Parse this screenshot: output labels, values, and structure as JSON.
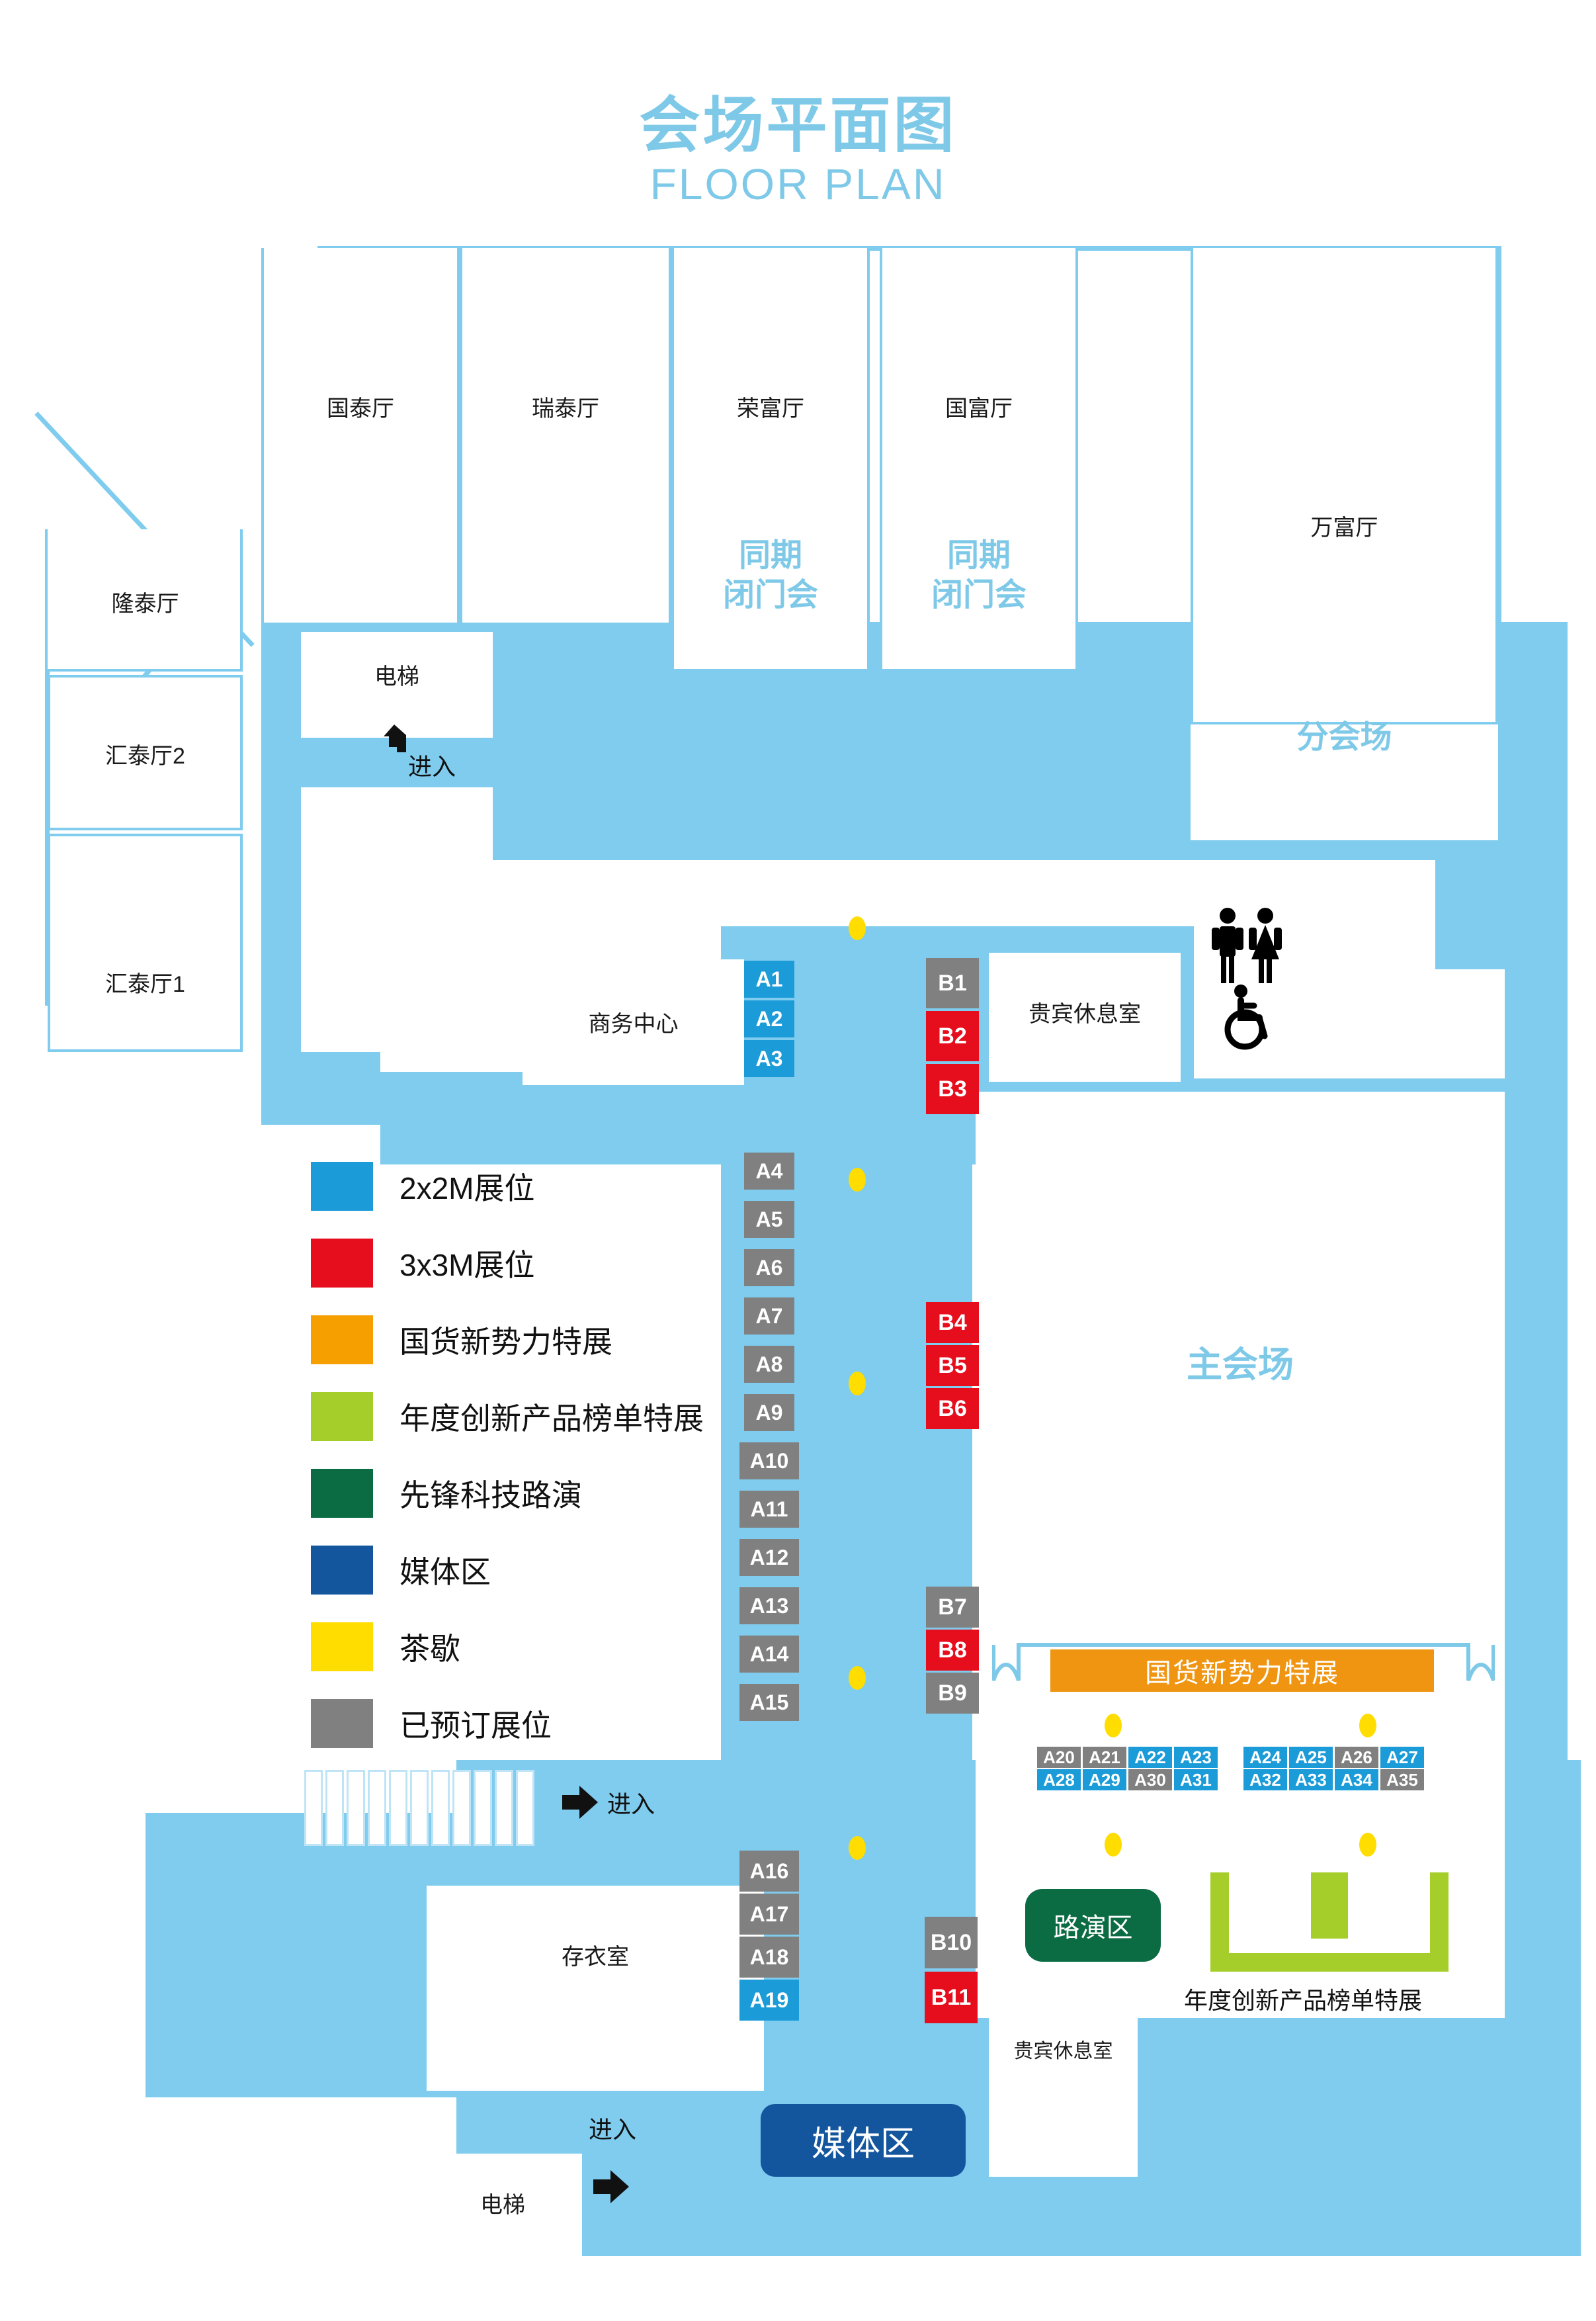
{
  "header": {
    "title_cn": "会场平面图",
    "title_en": "FLOOR PLAN"
  },
  "rooms": [
    {
      "id": "longtai",
      "label": "隆泰厅"
    },
    {
      "id": "huitai2",
      "label": "汇泰厅2"
    },
    {
      "id": "huitai1",
      "label": "汇泰厅1"
    },
    {
      "id": "guotai",
      "label": "国泰厅"
    },
    {
      "id": "ruitai",
      "label": "瑞泰厅"
    },
    {
      "id": "rongfu",
      "label": "荣富厅"
    },
    {
      "id": "guofu",
      "label": "国富厅"
    },
    {
      "id": "wanfu",
      "label": "万富厅"
    },
    {
      "id": "elevator_top",
      "label": "电梯"
    },
    {
      "id": "elevator_bottom",
      "label": "电梯"
    },
    {
      "id": "business_center",
      "label": "商务中心"
    },
    {
      "id": "cloakroom",
      "label": "存衣室"
    },
    {
      "id": "vip_top",
      "label": "贵宾休息室"
    },
    {
      "id": "vip_bottom",
      "label": "贵宾休息室"
    }
  ],
  "zone_labels": [
    {
      "id": "closed_door_1",
      "text": "同期\n闭门会"
    },
    {
      "id": "closed_door_2",
      "text": "同期\n闭门会"
    },
    {
      "id": "sub_venue",
      "text": "分会场"
    },
    {
      "id": "main_venue",
      "text": "主会场"
    }
  ],
  "entries": [
    {
      "id": "entry_top",
      "label": "进入",
      "direction": "up-left"
    },
    {
      "id": "entry_mid",
      "label": "进入",
      "direction": "right"
    },
    {
      "id": "entry_bottom",
      "label": "进入",
      "direction": "right"
    }
  ],
  "legend": {
    "items": [
      {
        "color": "#1B9BD8",
        "label": "2x2M展位"
      },
      {
        "color": "#E60D1C",
        "label": "3x3M展位"
      },
      {
        "color": "#F5A000",
        "label": "国货新势力特展"
      },
      {
        "color": "#A6CE2A",
        "label": "年度创新产品榜单特展"
      },
      {
        "color": "#0B6B43",
        "label": "先锋科技路演"
      },
      {
        "color": "#14569E",
        "label": "媒体区"
      },
      {
        "color": "#FFDD00",
        "label": "茶歇"
      },
      {
        "color": "#808080",
        "label": "已预订展位"
      }
    ]
  },
  "booths": {
    "column_a_upper": [
      {
        "id": "A1",
        "label": "A1",
        "type": "2x2",
        "color": "#1B9BD8"
      },
      {
        "id": "A2",
        "label": "A2",
        "type": "2x2",
        "color": "#1B9BD8"
      },
      {
        "id": "A3",
        "label": "A3",
        "type": "2x2",
        "color": "#1B9BD8"
      }
    ],
    "column_a_middle": [
      {
        "id": "A4",
        "label": "A4",
        "type": "booked",
        "color": "#808080"
      },
      {
        "id": "A5",
        "label": "A5",
        "type": "booked",
        "color": "#808080"
      },
      {
        "id": "A6",
        "label": "A6",
        "type": "booked",
        "color": "#808080"
      },
      {
        "id": "A7",
        "label": "A7",
        "type": "booked",
        "color": "#808080"
      },
      {
        "id": "A8",
        "label": "A8",
        "type": "booked",
        "color": "#808080"
      },
      {
        "id": "A9",
        "label": "A9",
        "type": "booked",
        "color": "#808080"
      },
      {
        "id": "A10",
        "label": "A10",
        "type": "booked",
        "color": "#808080"
      },
      {
        "id": "A11",
        "label": "A11",
        "type": "booked",
        "color": "#808080"
      },
      {
        "id": "A12",
        "label": "A12",
        "type": "booked",
        "color": "#808080"
      },
      {
        "id": "A13",
        "label": "A13",
        "type": "booked",
        "color": "#808080"
      },
      {
        "id": "A14",
        "label": "A14",
        "type": "booked",
        "color": "#808080"
      },
      {
        "id": "A15",
        "label": "A15",
        "type": "booked",
        "color": "#808080"
      }
    ],
    "column_a_lower": [
      {
        "id": "A16",
        "label": "A16",
        "type": "booked",
        "color": "#808080"
      },
      {
        "id": "A17",
        "label": "A17",
        "type": "booked",
        "color": "#808080"
      },
      {
        "id": "A18",
        "label": "A18",
        "type": "booked",
        "color": "#808080"
      },
      {
        "id": "A19",
        "label": "A19",
        "type": "2x2",
        "color": "#1B9BD8"
      }
    ],
    "column_b_upper": [
      {
        "id": "B1",
        "label": "B1",
        "type": "booked",
        "color": "#808080"
      },
      {
        "id": "B2",
        "label": "B2",
        "type": "3x3",
        "color": "#E60D1C"
      },
      {
        "id": "B3",
        "label": "B3",
        "type": "3x3",
        "color": "#E60D1C"
      }
    ],
    "column_b_middle": [
      {
        "id": "B4",
        "label": "B4",
        "type": "3x3",
        "color": "#E60D1C"
      },
      {
        "id": "B5",
        "label": "B5",
        "type": "3x3",
        "color": "#E60D1C"
      },
      {
        "id": "B6",
        "label": "B6",
        "type": "3x3",
        "color": "#E60D1C"
      }
    ],
    "column_b_lower": [
      {
        "id": "B7",
        "label": "B7",
        "type": "booked",
        "color": "#808080"
      },
      {
        "id": "B8",
        "label": "B8",
        "type": "3x3",
        "color": "#E60D1C"
      },
      {
        "id": "B9",
        "label": "B9",
        "type": "booked",
        "color": "#808080"
      }
    ],
    "column_b_bottom": [
      {
        "id": "B10",
        "label": "B10",
        "type": "booked",
        "color": "#808080"
      },
      {
        "id": "B11",
        "label": "B11",
        "type": "3x3",
        "color": "#E60D1C"
      }
    ],
    "grid_left_row1": [
      {
        "id": "A20",
        "label": "A20",
        "type": "booked",
        "color": "#808080"
      },
      {
        "id": "A21",
        "label": "A21",
        "type": "booked",
        "color": "#808080"
      },
      {
        "id": "A22",
        "label": "A22",
        "type": "2x2",
        "color": "#1B9BD8"
      },
      {
        "id": "A23",
        "label": "A23",
        "type": "2x2",
        "color": "#1B9BD8"
      }
    ],
    "grid_left_row2": [
      {
        "id": "A28",
        "label": "A28",
        "type": "2x2",
        "color": "#1B9BD8"
      },
      {
        "id": "A29",
        "label": "A29",
        "type": "2x2",
        "color": "#1B9BD8"
      },
      {
        "id": "A30",
        "label": "A30",
        "type": "booked",
        "color": "#808080"
      },
      {
        "id": "A31",
        "label": "A31",
        "type": "2x2",
        "color": "#1B9BD8"
      }
    ],
    "grid_right_row1": [
      {
        "id": "A24",
        "label": "A24",
        "type": "2x2",
        "color": "#1B9BD8"
      },
      {
        "id": "A25",
        "label": "A25",
        "type": "2x2",
        "color": "#1B9BD8"
      },
      {
        "id": "A26",
        "label": "A26",
        "type": "booked",
        "color": "#808080"
      },
      {
        "id": "A27",
        "label": "A27",
        "type": "2x2",
        "color": "#1B9BD8"
      }
    ],
    "grid_right_row2": [
      {
        "id": "A32",
        "label": "A32",
        "type": "2x2",
        "color": "#1B9BD8"
      },
      {
        "id": "A33",
        "label": "A33",
        "type": "2x2",
        "color": "#1B9BD8"
      },
      {
        "id": "A34",
        "label": "A34",
        "type": "2x2",
        "color": "#1B9BD8"
      },
      {
        "id": "A35",
        "label": "A35",
        "type": "booked",
        "color": "#808080"
      }
    ]
  },
  "special_areas": {
    "orange_banner": "国货新势力特展",
    "roadshow_pill": "路演区",
    "media_pill": "媒体区",
    "green_stage_caption": "年度创新产品榜单特展"
  },
  "icons": {
    "restroom": "male-female-accessible-restroom"
  },
  "colors": {
    "corridor": "#7FCCEE",
    "wall": "#7FCCEE",
    "title": "#7FC9E8",
    "booth_blue": "#1B9BD8",
    "booth_red": "#E60D1C",
    "booth_gray": "#808080",
    "orange": "#EF9512",
    "green_pill": "#0B6B43",
    "navy": "#14569E",
    "lime": "#A6CE2A",
    "tea_dot": "#FFDD00"
  }
}
